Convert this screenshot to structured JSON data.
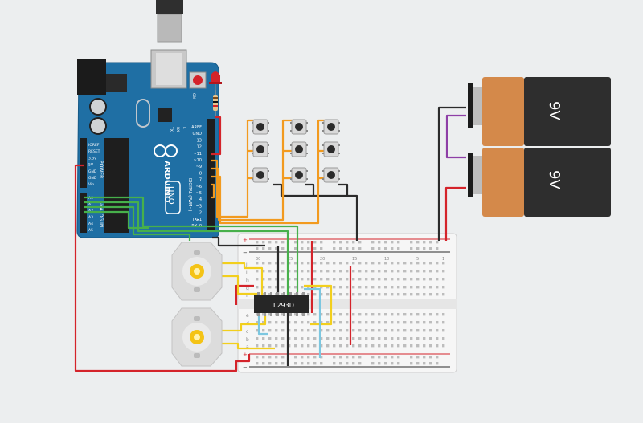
{
  "arduino": {
    "brand": "ARDUINO",
    "model": "UNO",
    "pin_labels": [
      "AREF",
      "GND",
      "13",
      "12",
      "~11",
      "~10",
      "~9",
      "8",
      "7",
      "~6",
      "~5",
      "4",
      "~3",
      "2",
      "TX▸1",
      "RX◂0"
    ],
    "power_header_label": "POWER",
    "power_labels": [
      "IOREF",
      "RESET",
      "3.3V",
      "5V",
      "GND",
      "GND",
      "Vin"
    ],
    "analog_header_label": "ANALOG IN",
    "analog_labels": [
      "A0",
      "A1",
      "A2",
      "A3",
      "A4",
      "A5"
    ],
    "digital_label": "DIGITAL (PWM~)",
    "tx_label": "TX",
    "rx_label": "RX",
    "l_label": "L",
    "on_label": "ON"
  },
  "chip": {
    "label": "L293D"
  },
  "batteries": [
    {
      "label": "9V"
    },
    {
      "label": "9V"
    }
  ],
  "breadboard": {
    "top_row_letters": [
      "j",
      "i",
      "h",
      "g",
      "f"
    ],
    "bottom_row_letters": [
      "e",
      "d",
      "c",
      "b",
      "a"
    ],
    "column_numbers_top": [
      "30",
      "25",
      "20",
      "15",
      "10",
      "5",
      "1"
    ],
    "plus": "+",
    "minus": "−"
  },
  "colors": {
    "board": "#1f6fa4",
    "wire_red": "#d4232a",
    "wire_black": "#2b2b2b",
    "wire_green": "#47b04b",
    "wire_orange": "#f29a1f",
    "wire_yellow": "#f2cf1d",
    "wire_blue": "#7cc7e0",
    "wire_purple": "#8e3ea6"
  }
}
